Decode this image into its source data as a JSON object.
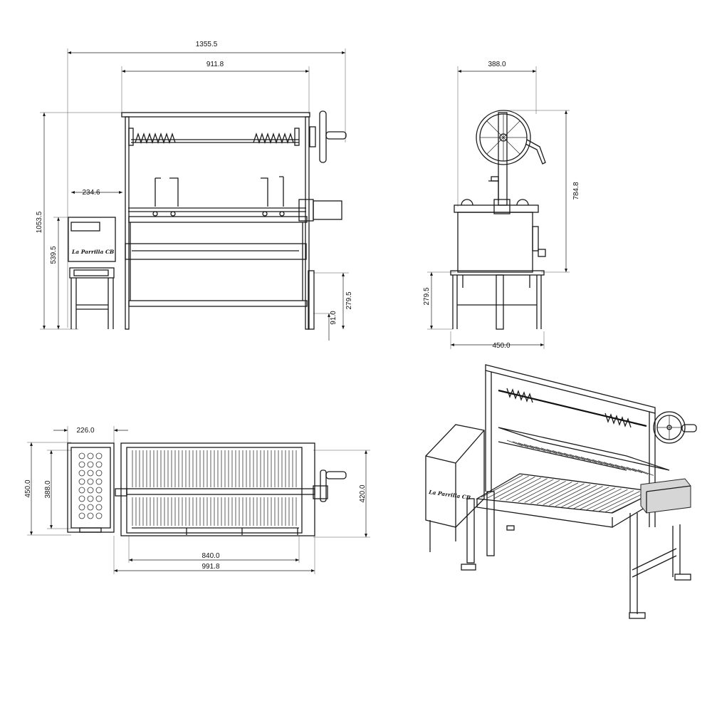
{
  "views": {
    "front": {
      "dimensions": {
        "overall_width": "1355.5",
        "grill_width": "911.8",
        "overall_height": "1053.5",
        "side_box_height": "539.5",
        "side_box_offset": "234.6",
        "grill_bottom_height": "279.5",
        "foot_height": "91.0"
      },
      "brand_label": "La Parrilla CB"
    },
    "side": {
      "dimensions": {
        "top_width": "388.0",
        "wheel_height": "784.8",
        "base_height": "279.5",
        "base_width": "450.0"
      }
    },
    "top": {
      "dimensions": {
        "side_box_width": "226.0",
        "overall_depth": "450.0",
        "side_box_depth": "388.0",
        "grill_depth": "420.0",
        "grill_inner_width": "840.0",
        "grill_outer_width": "991.8"
      }
    },
    "iso": {
      "brand_label": "La Parrilla CB"
    }
  }
}
